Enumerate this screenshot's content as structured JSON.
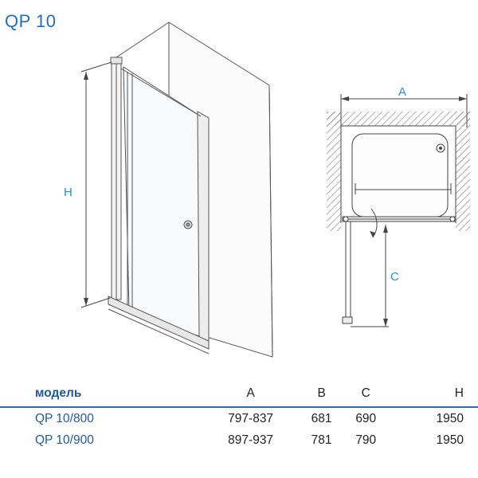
{
  "title": "QP 10",
  "labels": {
    "H": "H",
    "A": "A",
    "C": "C"
  },
  "table": {
    "headers": [
      "модель",
      "A",
      "B",
      "C",
      "H"
    ],
    "rows": [
      [
        "QP 10/800",
        "797-837",
        "681",
        "690",
        "1950"
      ],
      [
        "QP 10/900",
        "897-937",
        "781",
        "790",
        "1950"
      ]
    ]
  },
  "colors": {
    "title": "#1f6fbf",
    "label": "#2b8fd0",
    "model": "#1f5a9e",
    "line": "#444444"
  }
}
